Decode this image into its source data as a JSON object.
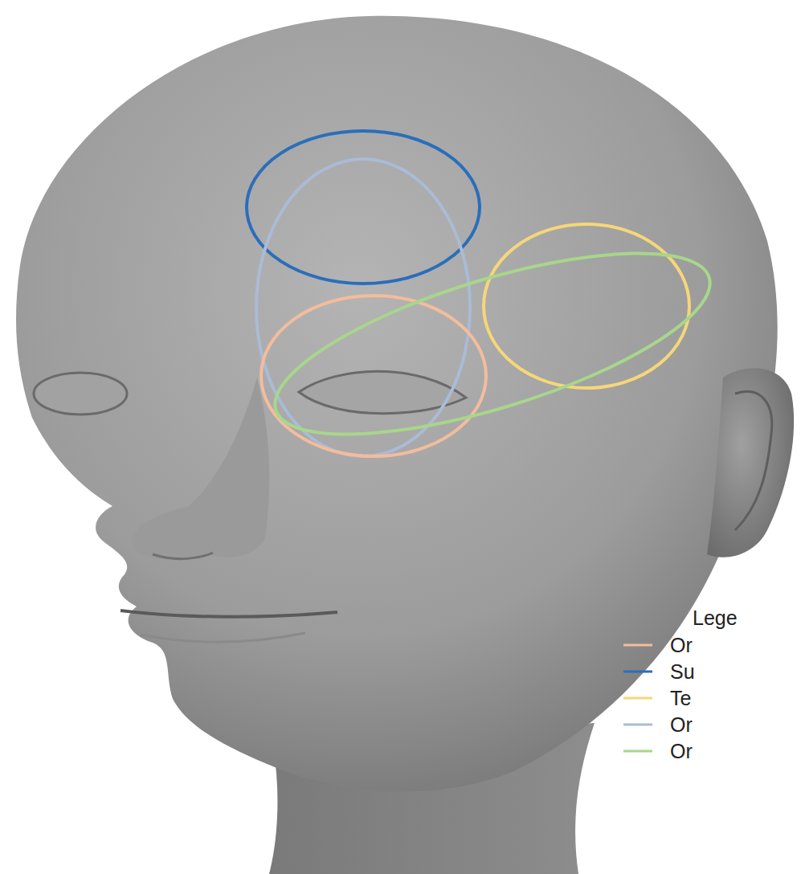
{
  "diagram": {
    "labels": [
      "Lege"
    ],
    "legend": [
      {
        "text": "Or"
      },
      {
        "text": "Su"
      },
      {
        "text": "Te"
      },
      {
        "text": "Or"
      },
      {
        "text": "Or"
      }
    ]
  }
}
